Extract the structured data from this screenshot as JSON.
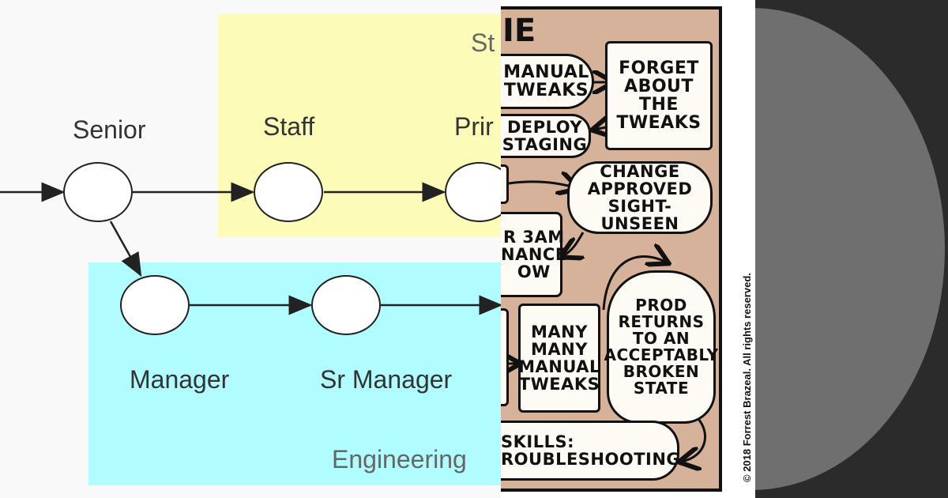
{
  "diagram": {
    "band_top_label": "St",
    "band_bottom_label": "Engineering",
    "nodes": {
      "senior": "Senior",
      "staff": "Staff",
      "principal": "Prir",
      "manager": "Manager",
      "sr_manager": "Sr Manager"
    },
    "colors": {
      "yellow_band": "#fdfbb8",
      "cyan_band": "#b0fcff"
    }
  },
  "comic": {
    "title_fragment": "IE",
    "bubbles": {
      "manual_tweaks": "MANUAL\nTWEAKS",
      "forget": "FORGET\nABOUT\nTHE\nTWEAKS",
      "deploy": "DEPLOY\nSTAGING",
      "change": "CHANGE\nAPPROVED\nSIGHT-UNSEEN",
      "maintenance": "R 3AM\nNANCE\nOW",
      "many": "MANY\nMANY\nMANUAL\nTWEAKS",
      "prod": "PROD\nRETURNS\nTO AN\nACCEPTABLY\nBROKEN\nSTATE",
      "skills": "SKILLS:\nROUBLESHOOTING"
    },
    "colors": {
      "background": "#d7b29a",
      "bubble": "#fdfbf4"
    },
    "copyright": "© 2018 Forrest Brazeal. All rights reserved."
  }
}
